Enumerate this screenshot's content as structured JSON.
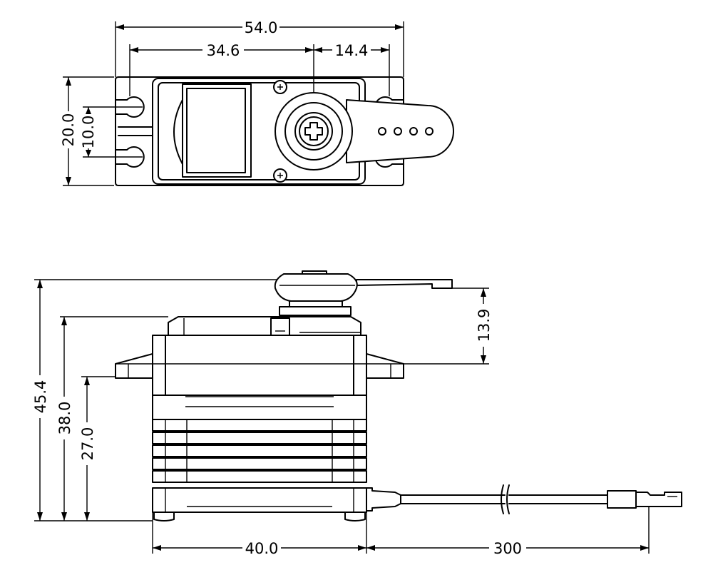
{
  "top_view": {
    "overall_width": "54.0",
    "hole_to_shaft": "34.6",
    "shaft_to_hole": "14.4",
    "mount_height": "20.0",
    "hole_spacing": "10.0"
  },
  "side_view": {
    "overall_height": "45.4",
    "case_height": "38.0",
    "flange_height": "27.0",
    "flange_to_horn": "13.9",
    "case_width": "40.0",
    "lead_length": "300"
  },
  "colors": {
    "line": "#000000",
    "background": "#ffffff"
  }
}
